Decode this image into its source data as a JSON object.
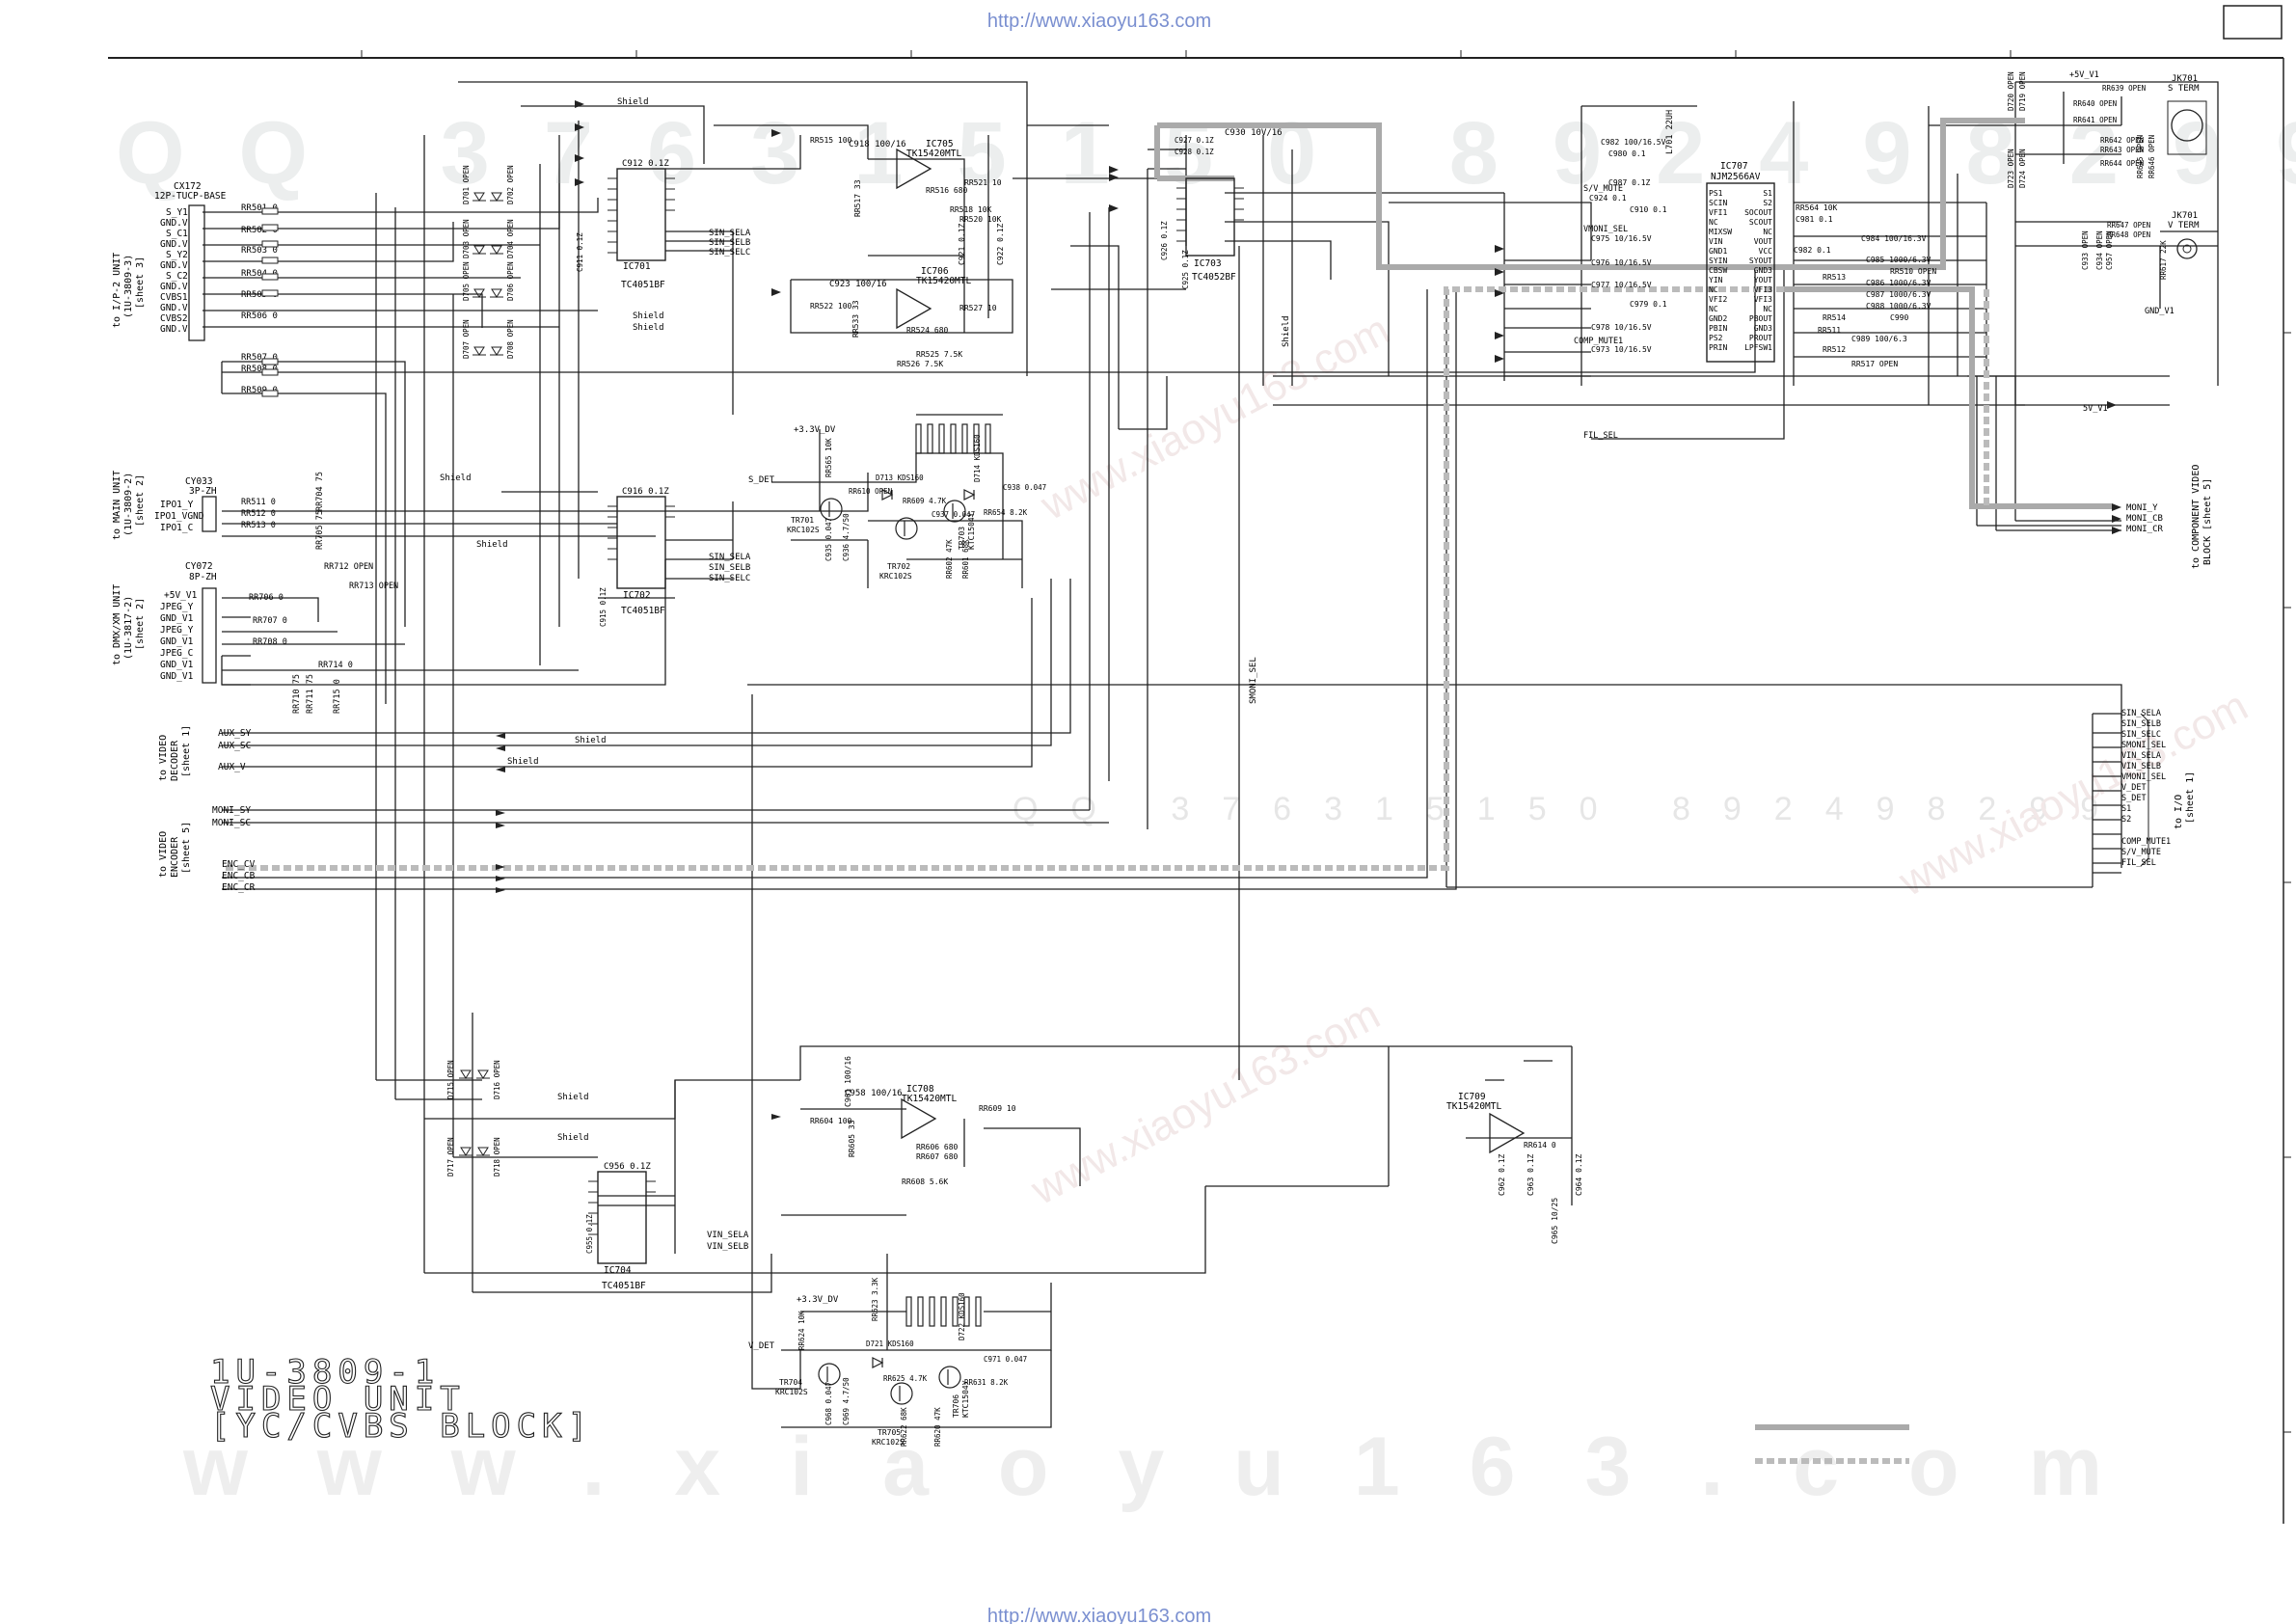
{
  "header": {
    "url_top": "http://www.xiaoyu163.com",
    "url_bottom": "http://www.xiaoyu163.com"
  },
  "title_block": {
    "line1": "1U-3809-1",
    "line2": "VIDEO UNIT",
    "line3": "[YC/CVBS BLOCK]"
  },
  "watermarks": {
    "qq": "QQ 376315150 892498299",
    "site": "www.xiaoyu163.com"
  },
  "connectors": {
    "cx": {
      "ref": "CX172",
      "type": "12P-TUCP-BASE",
      "dest": [
        "to I/P-2 UNIT",
        "(1U-3809-3)",
        "[sheet 3]"
      ],
      "pins": [
        "S_Y1",
        "GND.V",
        "S_C1",
        "GND.V",
        "S_Y2",
        "GND.V",
        "S_C2",
        "GND.V",
        "CVBS1",
        "GND.V",
        "CVBS2",
        "GND.V"
      ]
    },
    "cy033": {
      "ref": "CY033",
      "type": "3P-ZH",
      "dest": [
        "to MAIN UNIT",
        "(1U-3809-2)",
        "[sheet 2]"
      ],
      "pins": [
        "IPO1_Y",
        "IPO1_VGND",
        "IPO1_C"
      ]
    },
    "cy072": {
      "ref": "CY072",
      "type": "8P-ZH",
      "dest": [
        "to DMX/XM UNIT",
        "(1U-3817-2)",
        "[sheet 2]"
      ],
      "pins": [
        "+5V_V1",
        "JPEG_Y",
        "GND_V1",
        "JPEG_Y",
        "GND_V1",
        "JPEG_C",
        "GND_V1",
        "GND_V1"
      ]
    },
    "decoder": {
      "dest": [
        "to VIDEO",
        "DECODER",
        "[sheet 1]"
      ],
      "pins": [
        "AUX_SY",
        "AUX_SC",
        "AUX_V"
      ]
    },
    "encoder": {
      "dest": [
        "to VIDEO",
        "ENCODER",
        "[sheet 5]"
      ],
      "pins": [
        "MONI_SY",
        "MONI_SC",
        "ENC_CV",
        "ENC_CB",
        "ENC_CR"
      ]
    },
    "component": {
      "dest": [
        "to COMPONENT VIDEO",
        "BLOCK [sheet 5]"
      ],
      "pins": [
        "MONI_Y",
        "MONI_CB",
        "MONI_CR"
      ]
    },
    "io": {
      "dest": [
        "to I/O",
        "[sheet 1]"
      ],
      "pins": [
        "SIN_SELA",
        "SIN_SELB",
        "SIN_SELC",
        "SMONI_SEL",
        "VIN_SELA",
        "VIN_SELB",
        "VMONI_SEL",
        "V_DET",
        "S_DET",
        "S1",
        "S2",
        "COMP_MUTE1",
        "S/V_MUTE",
        "FIL_SEL"
      ]
    },
    "jk701": {
      "ref": "JK701",
      "label": "S TERM"
    },
    "jk702": {
      "ref": "JK701",
      "label": "V TERM"
    }
  },
  "resistors_left": [
    "RR501 0",
    "RR502 0",
    "RR503 0",
    "RR504 0",
    "RR505 0",
    "RR506 0",
    "RR507 0",
    "RR508 0",
    "RR509 0"
  ],
  "resistors_mid": [
    "RR511 0",
    "RR512 0",
    "RR513 0",
    "RR704 75",
    "RR705 75",
    "RR712 OPEN",
    "RR713 OPEN",
    "RR706 0",
    "RR707 0",
    "RR708 0",
    "RR714 0",
    "RR715 0",
    "RR710 75",
    "RR711 75"
  ],
  "ics": [
    {
      "ref": "IC701",
      "part": "TC4051BF",
      "cap": "C912 0.1Z",
      "sel": [
        "SIN_SELA",
        "SIN_SELB",
        "SIN_SELC"
      ]
    },
    {
      "ref": "IC702",
      "part": "TC4051BF",
      "cap": "C916 0.1Z",
      "sel": [
        "SIN_SELA",
        "SIN_SELB",
        "SIN_SELC"
      ]
    },
    {
      "ref": "IC703",
      "part": "TC4052BF",
      "cap": "C930 10V/16",
      "sel": []
    },
    {
      "ref": "IC704",
      "part": "TC4051BF",
      "cap": "C956 0.1Z",
      "sel": [
        "VIN_SELA",
        "VIN_SELB"
      ]
    },
    {
      "ref": "IC705",
      "part": "TK15420MTL",
      "cap": "C918 100/16",
      "sel": []
    },
    {
      "ref": "IC706",
      "part": "TK15420MTL",
      "cap": "C923 100/16",
      "sel": []
    },
    {
      "ref": "IC707",
      "part": "NJM2566AV",
      "cap": "L701 22UH",
      "sel": []
    },
    {
      "ref": "IC708",
      "part": "TK15420MTL",
      "cap": "C958 100/16",
      "sel": []
    },
    {
      "ref": "IC709",
      "part": "TK15420MTL",
      "cap": "",
      "sel": []
    }
  ],
  "ic707_pins_left": [
    "PS1",
    "SCIN",
    "VFI1",
    "NC",
    "MIXSW",
    "VIN",
    "GND1",
    "SYIN",
    "CBSW",
    "YIN",
    "NC",
    "VFI2",
    "NC",
    "GND2",
    "PBIN",
    "PS2",
    "PRIN"
  ],
  "ic707_pins_right": [
    "S1",
    "S2",
    "SOCOUT",
    "SCOUT",
    "NC",
    "VOUT",
    "VCC",
    "SYOUT",
    "GND3",
    "YOUT",
    "VFI3",
    "VFI3",
    "NC",
    "PBOUT",
    "GND3",
    "PROUT",
    "LPFSW1"
  ],
  "ic707_side_parts": [
    "RR564 10K",
    "C981 0.1",
    "C984 100/16.3V",
    "C982 0.1",
    "C985 1000/6.3V",
    "RR510 OPEN",
    "C986 1000/6.3V",
    "RR513",
    "C987 1000/6.3V",
    "RR514",
    "C988 1000/6.3V",
    "RR511",
    "C989 100/6.3",
    "RR512",
    "C990",
    "RR517 OPEN"
  ],
  "ic707_left_parts": [
    "C982 100/16.5V",
    "C980 0.1",
    "C987 0.1Z",
    "C924 0.1",
    "C910 0.1",
    "C975 10/16.5V",
    "C976 10/16.5V",
    "C977 10/16.5V",
    "C979 0.1",
    "C978 10/16.5V",
    "C973 10/16.5V"
  ],
  "net_labels": {
    "shield": "Shield",
    "s_det": "S_DET",
    "v_det": "V_DET",
    "sv_mute": "S/V_MUTE",
    "vmoni_sel": "VMONI_SEL",
    "comp_mute1": "COMP_MUTE1",
    "fil_sel": "FIL_SEL",
    "smoni_sel": "SMONI_SEL",
    "plus5v_v1": "+5V_V1",
    "plus33v_dv": "+3.3V_DV",
    "gnd_v1": "GND_V1",
    "moni_sel": "5V_V1"
  },
  "transistors": [
    {
      "ref": "TR701",
      "part": "KRC102S"
    },
    {
      "ref": "TR702",
      "part": "KRC102S"
    },
    {
      "ref": "TR703",
      "part": "KTC1504Y"
    },
    {
      "ref": "TR704",
      "part": "KRC102S"
    },
    {
      "ref": "TR705",
      "part": "KRC102S"
    },
    {
      "ref": "TR706",
      "part": "KTC1504Y"
    }
  ],
  "diodes_top": [
    "D701 OPEN",
    "D702 OPEN",
    "D703 OPEN",
    "D704 OPEN",
    "D705 OPEN",
    "D706 OPEN",
    "D707 OPEN",
    "D708 OPEN"
  ],
  "diodes_bottom": [
    "D715 OPEN",
    "D716 OPEN",
    "D717 OPEN",
    "D718 OPEN"
  ],
  "det_parts": [
    "RR565 10K",
    "D713 KDS160",
    "D714 KDS160",
    "RR609 4.7K",
    "RR610 OPEN",
    "C937 0.047",
    "C938 0.047",
    "RR654 8.2K",
    "RR602 47K",
    "RR601 68K",
    "C935 0.047",
    "C936 4.7/50"
  ],
  "det_parts2": [
    "RR624 10K",
    "D721 KDS160",
    "D722 KDS160",
    "RR625 4.7K",
    "RR631 8.2K",
    "C971 0.047",
    "RR620 47K",
    "RR622 68K",
    "C968 0.047",
    "C969 4.7/50",
    "RR623 3.3K"
  ],
  "amp_parts": [
    "RR515 100",
    "RR516 680",
    "RR517 33",
    "RR518 10K",
    "RR520 10K",
    "RR521 10",
    "RR522 100",
    "RR524 680",
    "RR525 7.5K",
    "RR526 7.5K",
    "RR527 10",
    "RR533 33",
    "C921 0.1Z",
    "C922 0.1Z"
  ],
  "amp_parts2": [
    "RR604 100",
    "RR605 33",
    "RR606 680",
    "RR607 680",
    "RR608 5.6K",
    "RR609 10",
    "RR614 0",
    "C961 100/16",
    "C962 0.1Z",
    "C963 0.1Z",
    "C964 0.1Z",
    "C965 10/25"
  ],
  "misc_caps": [
    "C911 0.1Z",
    "C915 0.1Z",
    "C955 0.1Z",
    "C925 0.1Z",
    "C926 0.1Z",
    "C927 0.1Z",
    "C928 0.1Z"
  ],
  "jack_parts": [
    "D720 OPEN",
    "D719 OPEN",
    "D723 OPEN",
    "D724 OPEN",
    "RR639 OPEN",
    "RR640 OPEN",
    "RR641 OPEN",
    "RR642 OPEN",
    "RR643 OPEN",
    "RR644 OPEN",
    "RR645 OPEN",
    "RR646 OPEN",
    "RR647 OPEN",
    "RR648 OPEN",
    "RR617 22K",
    "C933 OPEN",
    "C934 OPEN",
    "C957 OPEN"
  ],
  "legend": {
    "solid": "",
    "dashed": ""
  }
}
